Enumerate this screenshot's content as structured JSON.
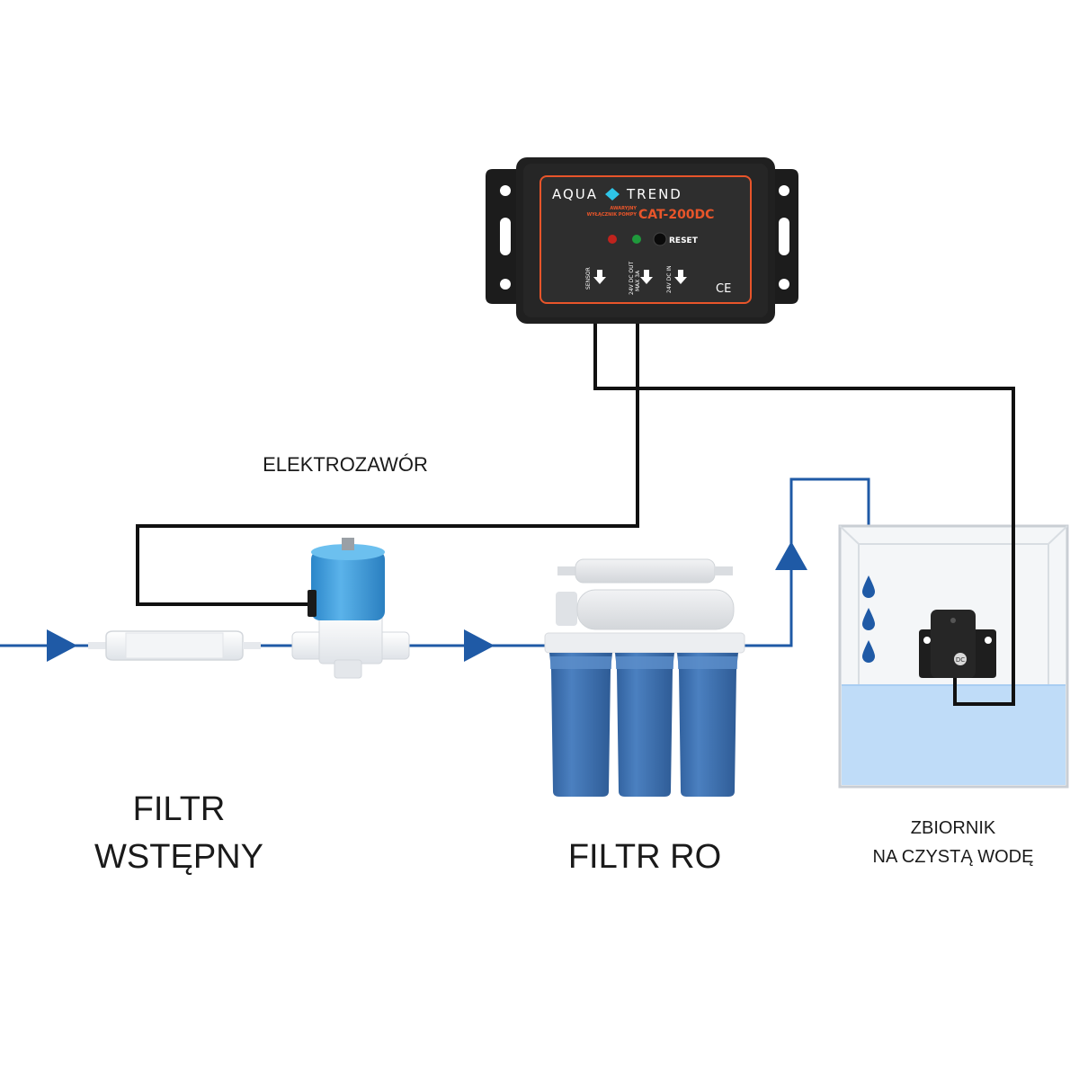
{
  "labels": {
    "elektrozawor": "ELEKTROZAWÓR",
    "filtr_wstepny_line1": "FILTR",
    "filtr_wstepny_line2": "WSTĘPNY",
    "filtr_ro": "FILTR RO",
    "zbiornik_line1": "ZBIORNIK",
    "zbiornik_line2": "NA CZYSTĄ WODĘ"
  },
  "controller": {
    "brand_left": "AQUA",
    "brand_right": "TREND",
    "subtitle_line1": "AWARYJNY",
    "subtitle_line2": "WYŁĄCZNIK POMPY",
    "model": "CAT-200DC",
    "reset_label": "RESET",
    "port_sensor": "SENSOR",
    "port_out_line1": "24V DC OUT",
    "port_out_line2": "MAX 3A",
    "port_in": "24V DC IN",
    "ce_mark": "CE"
  },
  "sensor": {
    "mark": "DC"
  },
  "colors": {
    "water_line": "#1f5aa6",
    "wire": "#111111",
    "filter_blue": "#3f72b0",
    "housing": "#222222",
    "accent_red": "#e8552a",
    "tank_water": "#bfdcf8",
    "valve_blue": "#3a9ad9"
  }
}
